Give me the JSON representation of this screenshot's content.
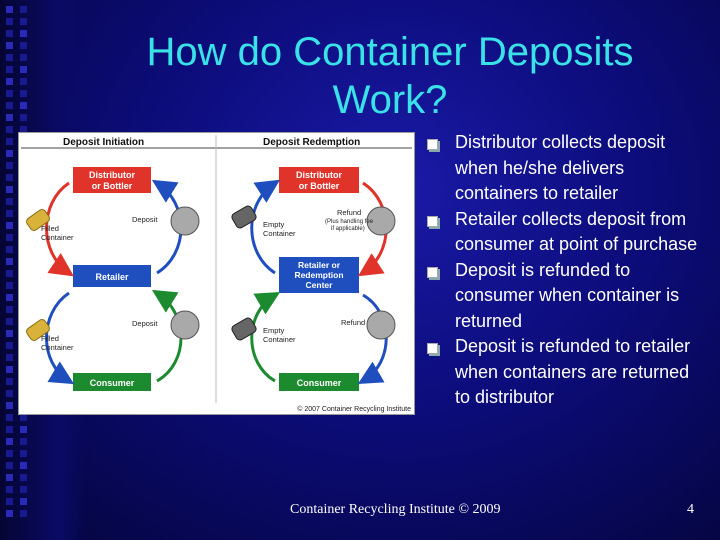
{
  "slide": {
    "title": "How do Container Deposits Work?",
    "footer": "Container Recycling Institute © 2009",
    "page_number": "4"
  },
  "figure": {
    "initiation": {
      "heading": "Deposit Initiation",
      "distributor": "Distributor",
      "distributor_line2": "or Bottler",
      "retailer": "Retailer",
      "consumer": "Consumer",
      "deposit_top": "Deposit",
      "deposit_bottom": "Deposit",
      "filled_top_1": "Filled",
      "filled_top_2": "Container",
      "filled_bottom_1": "Filled",
      "filled_bottom_2": "Container"
    },
    "redemption": {
      "heading": "Deposit Redemption",
      "distributor": "Distributor",
      "distributor_line2": "or Bottler",
      "center_1": "Retailer or",
      "center_2": "Redemption",
      "center_3": "Center",
      "consumer": "Consumer",
      "refund_top": "Refund",
      "refund_note_1": "(Plus handling fee",
      "refund_note_2": "if applicable)",
      "refund_bottom": "Refund",
      "empty_top_1": "Empty",
      "empty_top_2": "Container",
      "empty_bottom_1": "Empty",
      "empty_bottom_2": "Container"
    },
    "copyright": "© 2007 Container Recycling Institute"
  },
  "bullets": [
    "Distributor collects deposit when he/she delivers containers to retailer",
    "Retailer collects deposit from consumer at point of purchase",
    "Deposit is  refunded to consumer when container is returned",
    "Deposit is refunded to retailer when containers are returned to distributor"
  ],
  "colors": {
    "title": "#39e2e6",
    "distributor_box": "#e0342a",
    "retailer_box": "#1f4fbf",
    "consumer_box": "#1c8a2e"
  }
}
